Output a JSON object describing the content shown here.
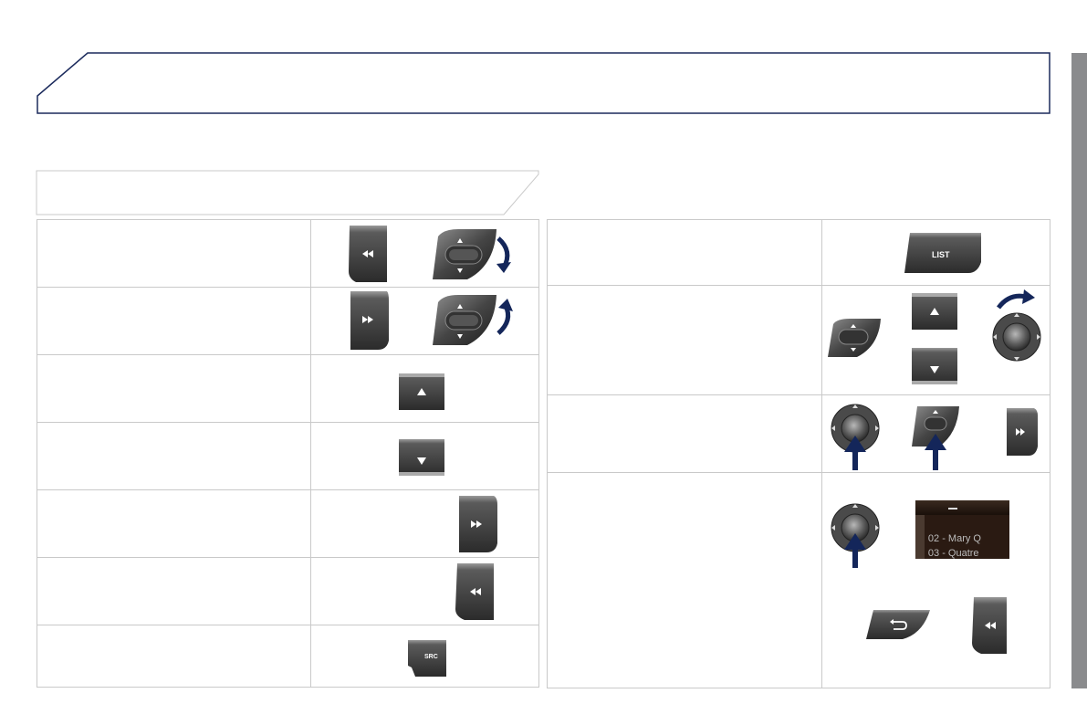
{
  "page": {
    "header_title": "",
    "section_title": ""
  },
  "left_table": {
    "rows": [
      {
        "description": "",
        "icons": [
          "rewind-button-icon",
          "thumbwheel-down-icon"
        ]
      },
      {
        "description": "",
        "icons": [
          "fast-forward-button-icon",
          "thumbwheel-up-icon"
        ]
      },
      {
        "description": "",
        "icons": [
          "up-arrow-button-icon"
        ]
      },
      {
        "description": "",
        "icons": [
          "down-arrow-button-icon"
        ]
      },
      {
        "description": "",
        "icons": [
          "fast-forward-button-icon"
        ]
      },
      {
        "description": "",
        "icons": [
          "rewind-button-icon"
        ]
      },
      {
        "description": "",
        "icons": [
          "src-button-icon"
        ]
      }
    ]
  },
  "right_table": {
    "rows": [
      {
        "description": "",
        "icons": [
          "list-button-icon"
        ]
      },
      {
        "description": "",
        "icons": [
          "thumbwheel-icon",
          "up-arrow-button-icon",
          "down-arrow-button-icon",
          "rotary-knob-turn-icon"
        ]
      },
      {
        "description": "",
        "icons": [
          "rotary-knob-press-icon",
          "thumbwheel-press-icon",
          "fast-forward-button-icon"
        ]
      },
      {
        "description": "",
        "icons": [
          "rotary-knob-press-icon",
          "display-screen-icon",
          "back-button-icon",
          "rewind-button-icon"
        ]
      }
    ]
  },
  "buttons": {
    "list_label": "LIST",
    "src_label": "SRC"
  },
  "display": {
    "line1": "02 - Mary Q",
    "line2": "03 - Quatre"
  },
  "colors": {
    "accent": "#1b2a5c",
    "arrow": "#14265a",
    "stripe": "#8a8b8d",
    "grid": "#c9c9c9"
  }
}
